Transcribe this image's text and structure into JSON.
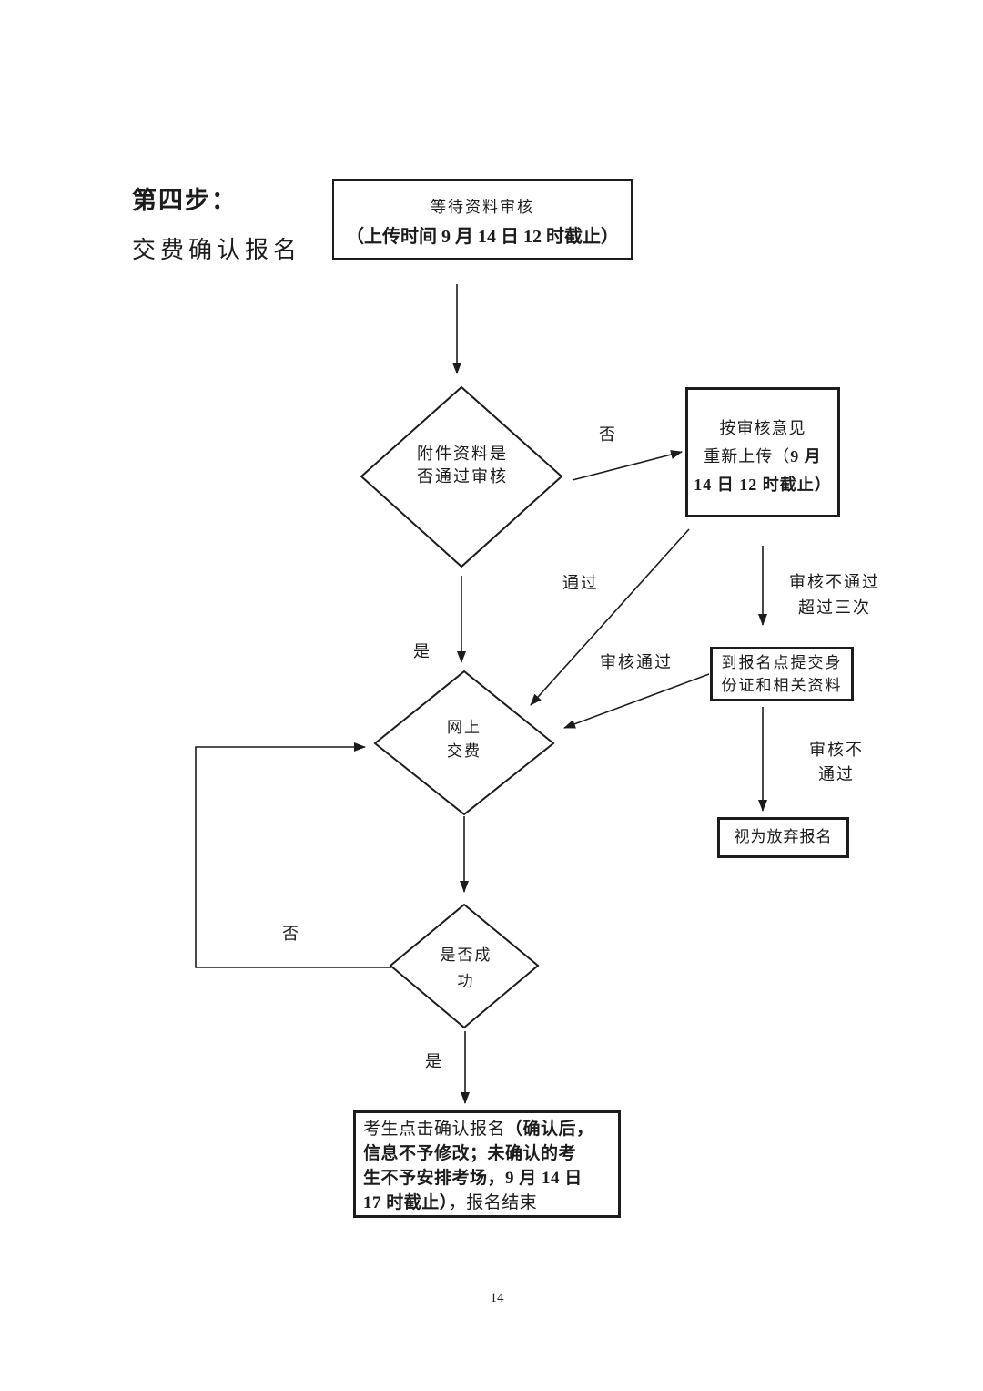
{
  "title": {
    "step": "第四步：",
    "subtitle": "交费确认报名"
  },
  "nodes": {
    "wait_review": {
      "line1": "等待资料审核",
      "line2": "（上传时间 9 月 14 日 12 时截止）"
    },
    "attachment_check": {
      "line1": "附件资料是",
      "line2": "否通过审核"
    },
    "reupload": {
      "line1": "按审核意见",
      "line2_regular": "重新上传（",
      "line2_bold": "9 月",
      "line3_bold": "14 日 12 时截止）"
    },
    "submit_id": {
      "line1": "到报名点提交身",
      "line2": "份证和相关资料"
    },
    "abandon": {
      "label": "视为放弃报名"
    },
    "online_pay": {
      "line1": "网上",
      "line2": "交费"
    },
    "success_check": {
      "line1": "是否成",
      "line2": "功"
    },
    "confirm": {
      "l1_regular": "考生点击确认报名",
      "l1_bold": "（确认后，",
      "l2_bold": "信息不予修改；未确认的考",
      "l3_bold": "生不予安排考场，9 月 14 日",
      "l4_bold": "17 时截止）",
      "l4_regular": "，报名结束"
    }
  },
  "edge_labels": {
    "no1": "否",
    "yes1": "是",
    "pass": "通过",
    "review_pass": "审核通过",
    "fail_3x_line1": "审核不通过",
    "fail_3x_line2": "超过三次",
    "fail_line1": "审核不",
    "fail_line2": "通过",
    "no2": "否",
    "yes2": "是"
  },
  "page": {
    "number": "14"
  },
  "colors": {
    "ink": "#1c1c1c",
    "background": "#ffffff"
  }
}
